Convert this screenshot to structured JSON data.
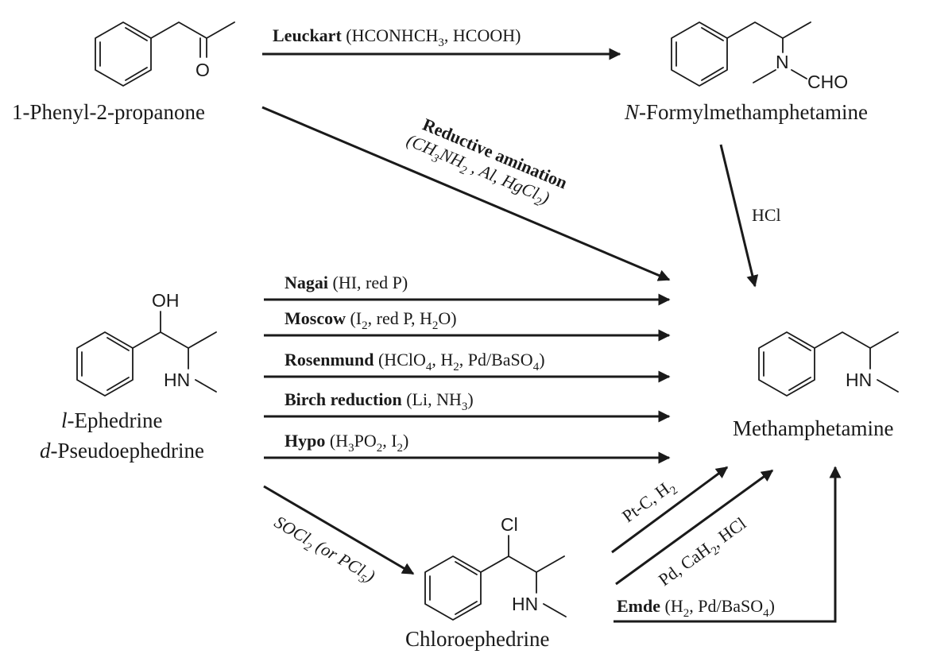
{
  "compounds": {
    "phenyl_propanone": "1-Phenyl-2-propanone",
    "formyl_prefix": "N",
    "formyl_rest": "-Formylmethamphetamine",
    "ephedrine_prefix": "l",
    "ephedrine_rest": "-Ephedrine",
    "pseudo_prefix": "d",
    "pseudo_rest": "-Pseudoephedrine",
    "methamphetamine": "Methamphetamine",
    "chloroephedrine": "Chloroephedrine"
  },
  "atoms": {
    "oxygen": "O",
    "nitrogen": "N",
    "cho": "CHO",
    "oh": "OH",
    "hn": "HN",
    "cl": "Cl"
  },
  "reactions": {
    "leuckart": {
      "name": "Leuckart",
      "p1": " (HCONHCH",
      "s1": "3",
      "p2": ", HCOOH)"
    },
    "reductive": {
      "name": "Reductive amination",
      "p1": "(CH",
      "s1": "3",
      "p2": "NH",
      "s2": "2",
      "p3": " , Al, HgCl",
      "s3": "2",
      "p4": ")"
    },
    "hcl": "HCl",
    "nagai": {
      "name": "Nagai",
      "p1": " (HI, red P)"
    },
    "moscow": {
      "name": "Moscow",
      "p1": " (I",
      "s1": "2",
      "p2": ", red P, H",
      "s2": "2",
      "p3": "O)"
    },
    "rosenmund": {
      "name": "Rosenmund",
      "p1": " (HClO",
      "s1": "4",
      "p2": ", H",
      "s2": "2",
      "p3": ", Pd/BaSO",
      "s3": "4",
      "p4": ")"
    },
    "birch": {
      "name": "Birch reduction",
      "p1": " (Li, NH",
      "s1": "3",
      "p2": ")"
    },
    "hypo": {
      "name": "Hypo",
      "p1": " (H",
      "s1": "3",
      "p2": "PO",
      "s2": "2",
      "p3": ", I",
      "s3": "2",
      "p4": ")"
    },
    "socl2": {
      "p1": "SOCl",
      "s1": "2",
      "p2": " (or PCl",
      "s2": "5",
      "p3": ")"
    },
    "ptc": {
      "p1": "Pt-C, H",
      "s1": "2"
    },
    "pd_cah2": {
      "p1": "Pd, CaH",
      "s1": "2",
      "p2": ", HCl"
    },
    "emde": {
      "name": "Emde",
      "p1": " (H",
      "s1": "2",
      "p2": ", Pd/BaSO",
      "s2": "4",
      "p3": ")"
    }
  }
}
